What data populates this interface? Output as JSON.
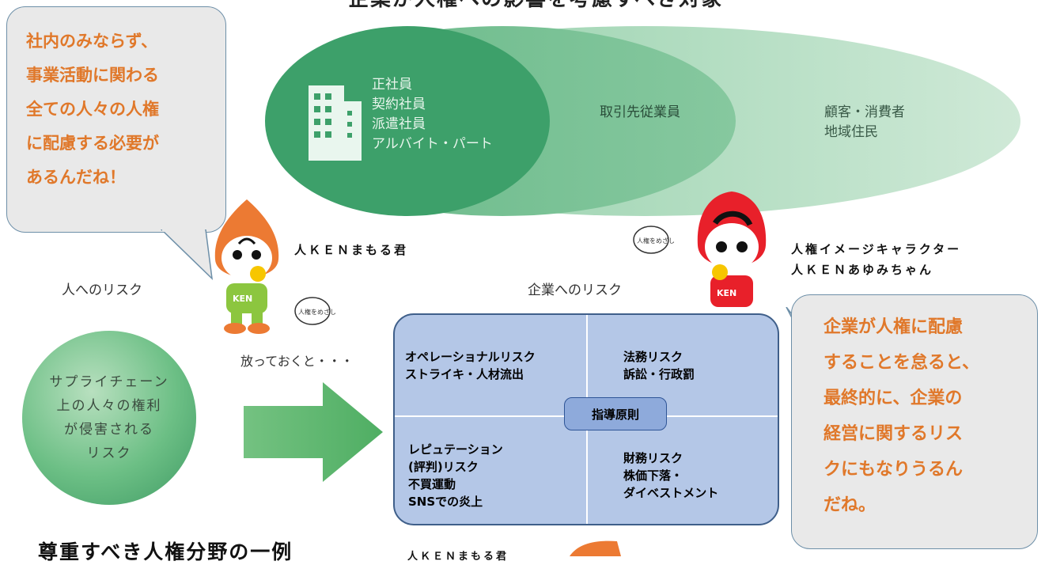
{
  "header": {
    "title": "企業が人権への影響を考慮すべき対象"
  },
  "scope": {
    "inner_lines": [
      "正社員",
      "契約社員",
      "派遣社員",
      "アルバイト・パート"
    ],
    "middle": "取引先従業員",
    "outer_lines": [
      "顧客・消費者",
      "地域住民"
    ]
  },
  "bubble_left": {
    "lines": [
      "社内のみならず、",
      "事業活動に関わる",
      "全ての人々の人権",
      "に配慮する必要が",
      "あるんだね！"
    ]
  },
  "bubble_right": {
    "lines": [
      "企業が人権に配慮",
      "することを怠ると、",
      "最終的に、企業の",
      "経営に関するリス",
      "クにもなりうるん",
      "だね。"
    ]
  },
  "characters": {
    "mamoru": {
      "label": "人ＫＥＮまもる君",
      "shirt": "KEN"
    },
    "ayumi": {
      "label_line1": "人権イメージキャラクター",
      "label_line2": "人ＫＥＮあゆみちゃん",
      "shirt": "KEN"
    },
    "stamp": "人権をめざして"
  },
  "people_risk": {
    "heading": "人へのリスク",
    "circle_lines": [
      "サプライチェーン",
      "上の人々の権利",
      "が侵害される",
      "リスク"
    ]
  },
  "arrow_label": "放っておくと・・・",
  "company_risk": {
    "heading": "企業へのリスク",
    "center": "指導原則",
    "quadrants": {
      "top_left": [
        "オペレーショナルリスク",
        "ストライキ・人材流出"
      ],
      "top_right": [
        "法務リスク",
        "訴訟・行政罰"
      ],
      "bottom_left": [
        "レピュテーション",
        "(評判)リスク",
        "不買運動",
        "SNSでの炎上"
      ],
      "bottom_right": [
        "財務リスク",
        "株価下落・",
        "ダイベストメント"
      ]
    }
  },
  "footer": {
    "title": "尊重すべき人権分野の一例",
    "sub_label": "人ＫＥＮまもる君"
  },
  "colors": {
    "accent_orange": "#e0782a",
    "ellipse_inner": "#3da06a",
    "risk_box": "#b4c7e7",
    "arrow_green": "#5fb86e"
  }
}
